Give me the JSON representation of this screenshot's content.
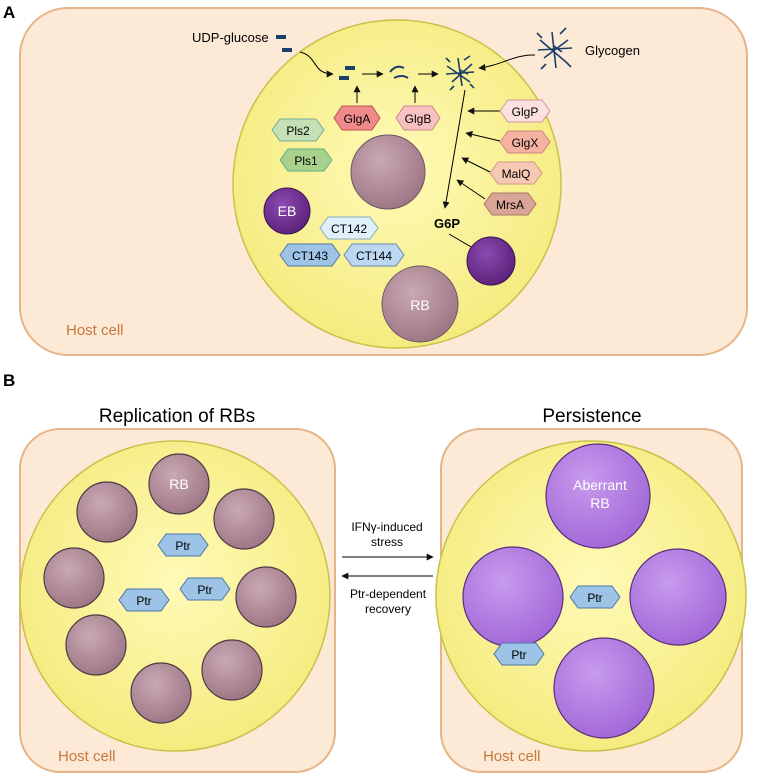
{
  "panel_a": {
    "letter": "A",
    "host_label": "Host cell",
    "udp_glucose": "UDP-glucose",
    "glycogen": "Glycogen",
    "g6p": "G6P",
    "eb": "EB",
    "rb": "RB",
    "proteins": {
      "glga": "GlgA",
      "glgb": "GlgB",
      "glgp": "GlgP",
      "glgx": "GlgX",
      "malq": "MalQ",
      "mrsa": "MrsA",
      "pls2": "Pls2",
      "pls1": "Pls1",
      "ct142": "CT142",
      "ct143": "CT143",
      "ct144": "CT144"
    }
  },
  "panel_b": {
    "letter": "B",
    "left_title": "Replication of RBs",
    "right_title": "Persistence",
    "left_host_label": "Host cell",
    "right_host_label": "Host cell",
    "rb_label": "RB",
    "aberrant_line1": "Aberrant",
    "aberrant_line2": "RB",
    "ptr": "Ptr",
    "arrow_forward_line1": "IFNγ-induced",
    "arrow_forward_line2": "stress",
    "arrow_back_line1": "Ptr-dependent",
    "arrow_back_line2": "recovery"
  },
  "colors": {
    "host_fill": "#fce9d6",
    "host_stroke": "#e7b487",
    "host_text": "#c8783a",
    "inclusion_fill": "#fbf59c",
    "inclusion_stroke": "#c8c24a",
    "rb_fill": "#b08b98",
    "eb_fill": "#6d2c91",
    "aberrant_fill": "#b57ee0",
    "glgx_fill": "#f6b2a0",
    "glga_fill": "#f08a8a",
    "glgb_fill": "#f8c0c0",
    "malq_fill": "#f7c9b5",
    "mrsa_fill": "#d9a597",
    "pls_fill": "#c5e0b4",
    "ct_fill": "#bcd7f1",
    "ptr_fill": "#9dc3e6"
  }
}
